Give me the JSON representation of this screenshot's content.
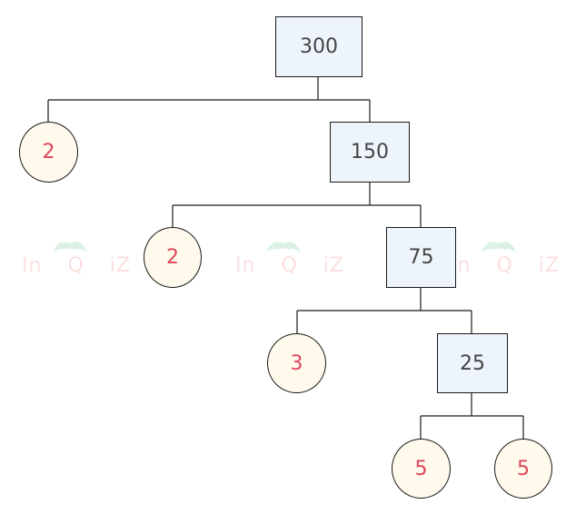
{
  "colors": {
    "box_fill": "#eef4fb",
    "circle_fill": "#fffaeb",
    "box_text": "#444444",
    "circle_text": "#e0455a",
    "line": "#1a1a1a",
    "watermark": "#f4a6a6",
    "watermark_owl": "#9ad8b0"
  },
  "watermark": {
    "text_left": "In",
    "text_mid": "Q",
    "text_right": "iZ"
  },
  "tree": {
    "root": "300",
    "nodes": [
      {
        "id": "n300",
        "value": "300",
        "kind": "composite"
      },
      {
        "id": "p2a",
        "value": "2",
        "kind": "prime",
        "parent": "n300"
      },
      {
        "id": "n150",
        "value": "150",
        "kind": "composite",
        "parent": "n300"
      },
      {
        "id": "p2b",
        "value": "2",
        "kind": "prime",
        "parent": "n150"
      },
      {
        "id": "n75",
        "value": "75",
        "kind": "composite",
        "parent": "n150"
      },
      {
        "id": "p3",
        "value": "3",
        "kind": "prime",
        "parent": "n75"
      },
      {
        "id": "n25",
        "value": "25",
        "kind": "composite",
        "parent": "n75"
      },
      {
        "id": "p5a",
        "value": "5",
        "kind": "prime",
        "parent": "n25"
      },
      {
        "id": "p5b",
        "value": "5",
        "kind": "prime",
        "parent": "n25"
      }
    ]
  }
}
